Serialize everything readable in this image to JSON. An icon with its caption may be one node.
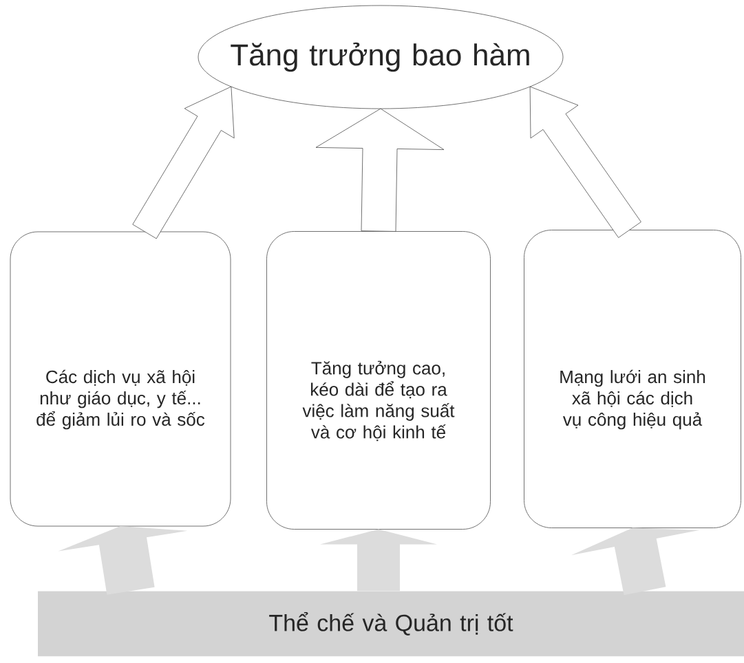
{
  "diagram": {
    "nodes": [
      {
        "text": [
          "Tăng trưởng bao hàm"
        ]
      },
      {
        "text": [
          "Các dịch vụ xã hội như giáo dục, y tế... để giảm lủi ro và sốc"
        ]
      },
      {
        "text": [
          "Tăng tưởng cao, kéo dài để tạo ra việc làm năng suất và cơ hội kinh tế"
        ]
      },
      {
        "text": [
          "Mạng lưới an sinh xã hội các dịch vụ công hiệu quả"
        ]
      },
      {
        "text": [
          "Thể chế và Quản trị tốt"
        ]
      }
    ],
    "edges": [
      {
        "from": 1,
        "to": 0,
        "arrow": "to"
      },
      {
        "from": 2,
        "to": 0,
        "arrow": "to"
      },
      {
        "from": 3,
        "to": 0,
        "arrow": "to"
      },
      {
        "from": 4,
        "to": 1,
        "arrow": "to",
        "color": "#dcdcdc"
      },
      {
        "from": 4,
        "to": 2,
        "arrow": "to",
        "color": "#dcdcdc"
      },
      {
        "from": 4,
        "to": 3,
        "arrow": "to",
        "color": "#dcdcdc"
      }
    ]
  }
}
